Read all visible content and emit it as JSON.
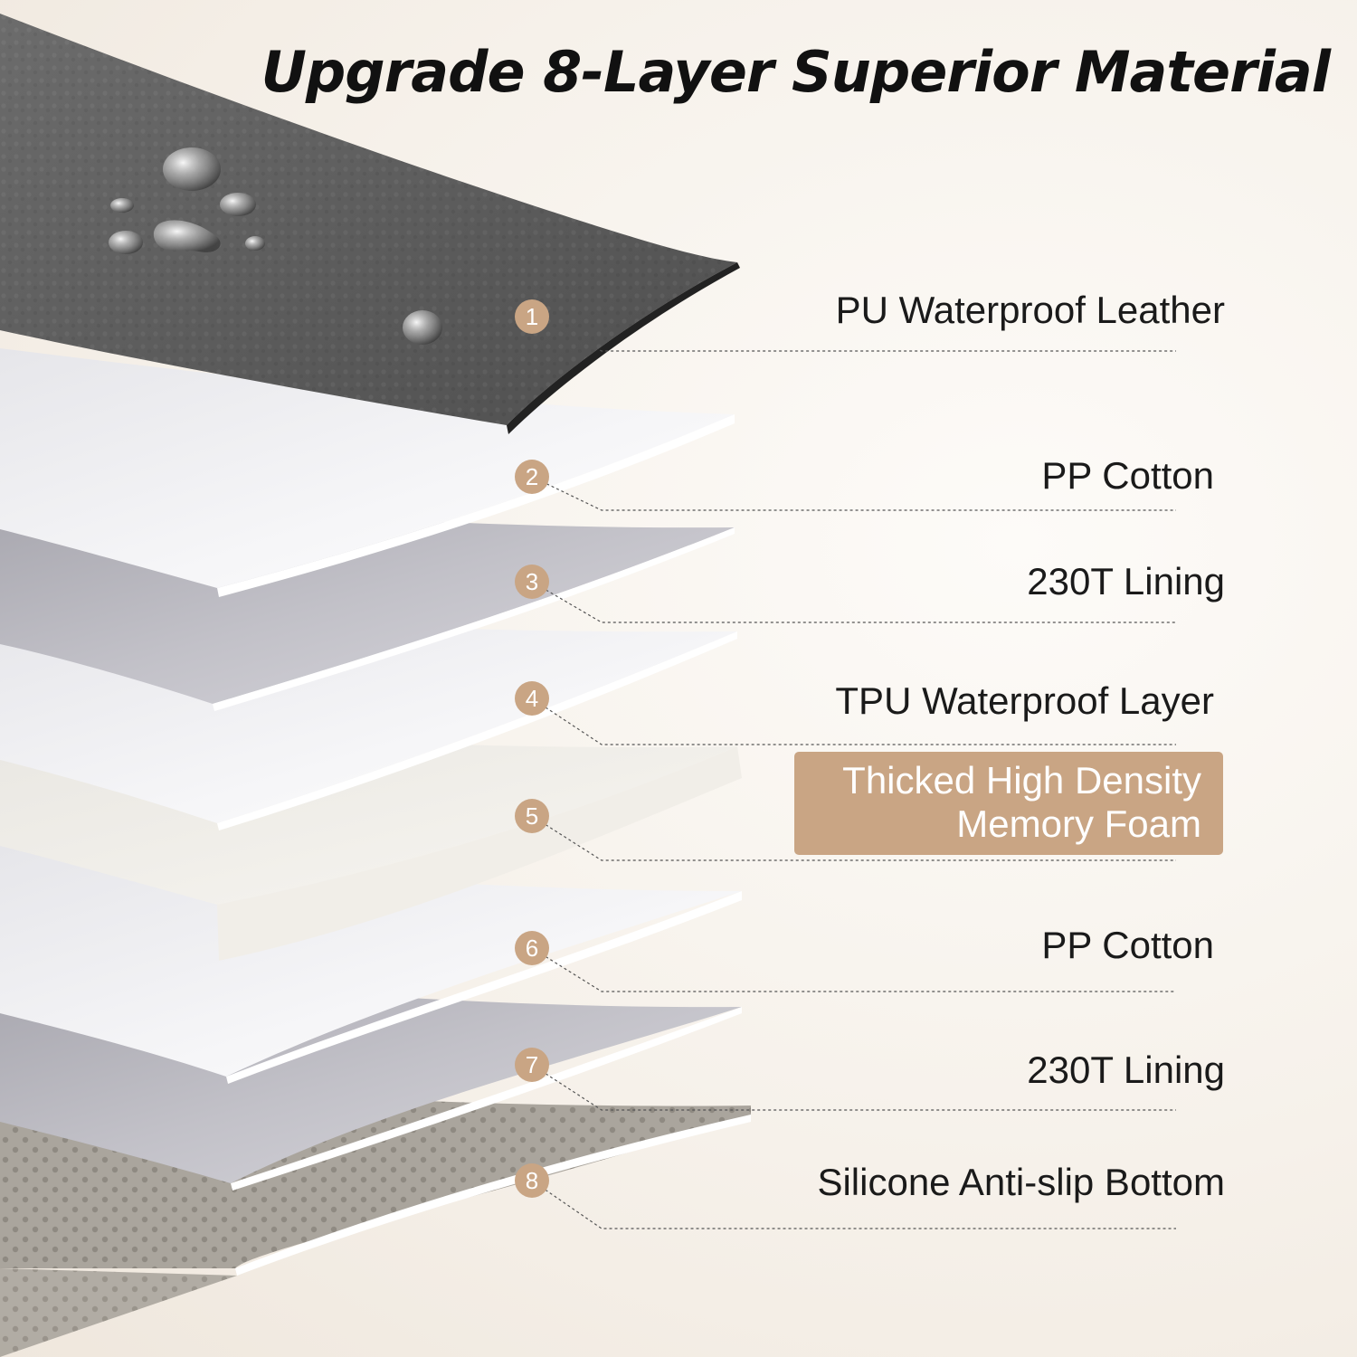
{
  "title": "Upgrade 8-Layer Superior Material",
  "layers": [
    {
      "num": "1",
      "label": "PU Waterproof Leather"
    },
    {
      "num": "2",
      "label": "PP Cotton"
    },
    {
      "num": "3",
      "label": "230T Lining"
    },
    {
      "num": "4",
      "label": "TPU Waterproof Layer"
    },
    {
      "num": "5",
      "label_line1": "Thicked High Density",
      "label_line2": "Memory Foam"
    },
    {
      "num": "6",
      "label": "PP Cotton"
    },
    {
      "num": "7",
      "label": "230T Lining"
    },
    {
      "num": "8",
      "label": "Silicone Anti-slip Bottom"
    }
  ],
  "colors": {
    "badge": "#c9a584",
    "highlight": "#c9a584",
    "leather": "#5f5f5f",
    "silicone": "#a9a49c"
  }
}
